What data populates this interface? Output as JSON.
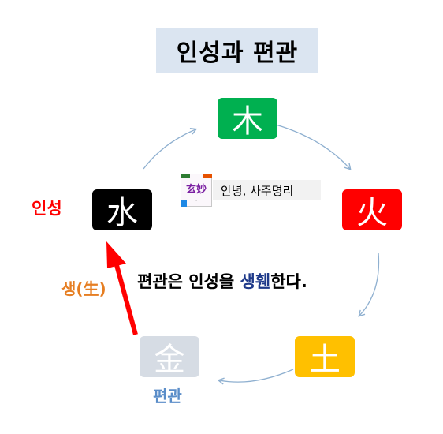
{
  "title": "인성과 편관",
  "elements": {
    "wood": {
      "char": "木",
      "color": "#00b050"
    },
    "fire": {
      "char": "火",
      "color": "#ff0000"
    },
    "earth": {
      "char": "土",
      "color": "#ffc000"
    },
    "metal": {
      "char": "金",
      "color": "#d6dce4"
    },
    "water": {
      "char": "水",
      "color": "#000000"
    }
  },
  "logo": {
    "hanja": "玄妙",
    "caption": "안녕, 사주명리"
  },
  "labels": {
    "inseong": "인성",
    "saeng": "생(生)",
    "pyeongwan": "편관"
  },
  "sentence": {
    "part1": "편관은 인성을 ",
    "highlight": "생휀",
    "part2": "한다."
  },
  "colors": {
    "cycle_arrow": "#8fb0d0",
    "saeng_arrow": "#ff0000"
  }
}
